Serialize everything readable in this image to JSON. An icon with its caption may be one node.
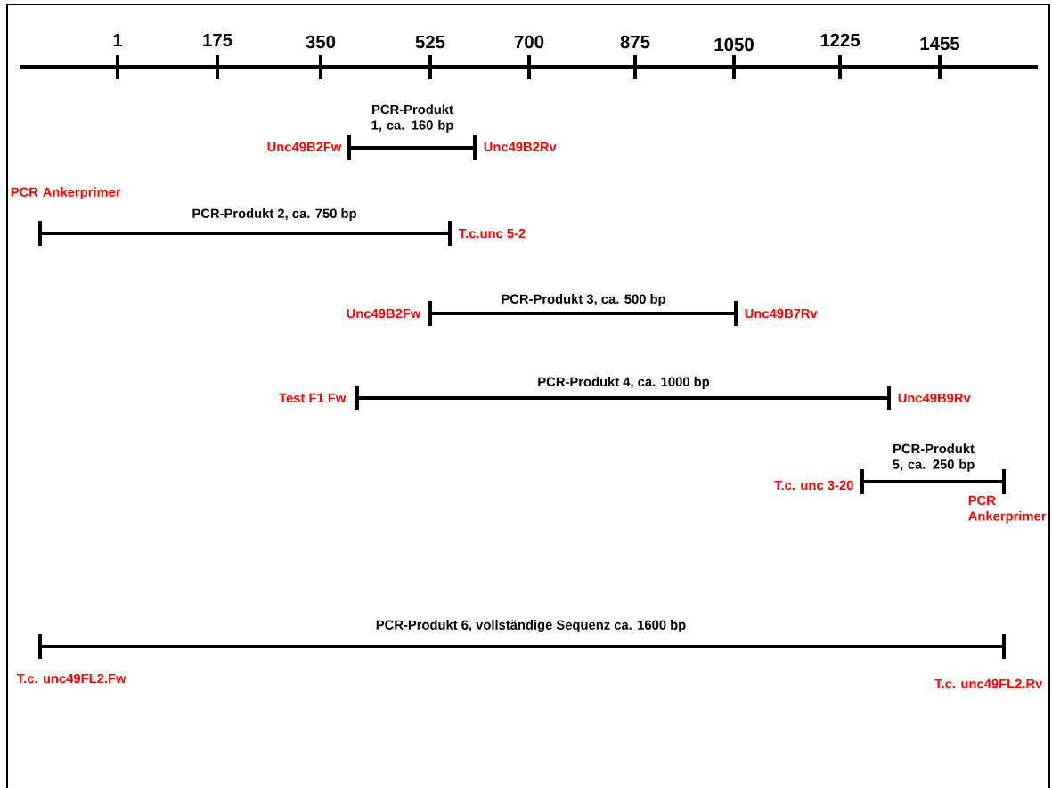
{
  "diagram": {
    "labels": [
      "1",
      "175",
      "350",
      "525",
      "700",
      "875",
      "1050",
      "1225",
      "1455",
      "PCR-Produkt 1, ca. 160 bp",
      "Unc49B2Fw",
      "Unc49B2Rv",
      "PCR Ankerprimer",
      "PCR-Produkt 2, ca. 750 bp",
      "T.c.unc 5-2",
      "Unc49B2Fw",
      "PCR-Produkt 3, ca. 500 bp",
      "Unc49B7Rv",
      "Test F1 Fw",
      "PCR-Produkt 4, ca. 1000 bp",
      "Unc49B9Rv",
      "PCR-Produkt 5, ca. 250 bp",
      "T.c. unc 3-20",
      "PCR Ankerprimer",
      "PCR-Produkt 6, vollständige Sequenz ca. 1600 bp",
      "T.c. unc49FL2.Fw",
      "T.c. unc49FL2.Rv"
    ]
  }
}
